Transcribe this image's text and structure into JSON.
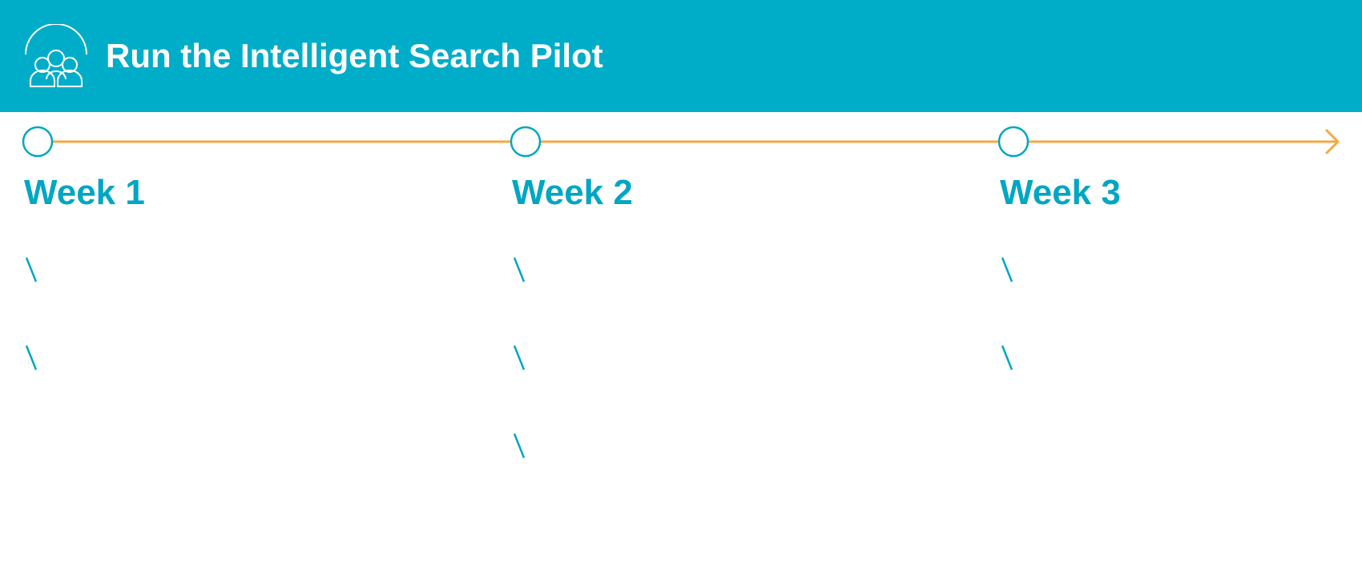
{
  "header": {
    "title": "Run the Intelligent Search Pilot",
    "icon": "team-group-icon",
    "background_color": "#00adc8"
  },
  "timeline": {
    "line_color": "#f5a843",
    "milestone_color": "#00a6c2",
    "end_marker": "arrow-right-icon"
  },
  "weeks": [
    {
      "title": "Week 1",
      "item_markers": [
        "\\",
        "\\"
      ]
    },
    {
      "title": "Week 2",
      "item_markers": [
        "\\",
        "\\",
        "\\"
      ]
    },
    {
      "title": "Week 3",
      "item_markers": [
        "\\",
        "\\"
      ]
    }
  ]
}
